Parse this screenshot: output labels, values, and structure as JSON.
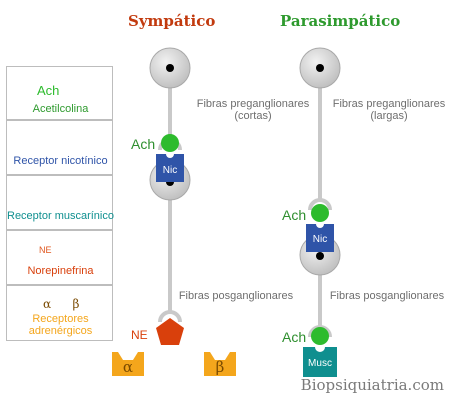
{
  "headings": {
    "sympathetic": "Sympático",
    "parasympathetic": "Parasimpático"
  },
  "colors": {
    "sympathetic_heading": "#c23a0e",
    "parasympathetic_heading": "#2e9a2e",
    "ach": "#2dbb2d",
    "nicotinic": "#2f54a8",
    "muscarinic": "#0f8f8f",
    "norepinephrine": "#e0571f",
    "adrenergic": "#f4a61c"
  },
  "legend": {
    "ach": {
      "symbol": "Ach",
      "label": "Acetilcolina"
    },
    "nicotinic": {
      "symbol": "Nic",
      "label": "Receptor nicotínico"
    },
    "muscarinic": {
      "symbol": "Musc",
      "label": "Receptor muscarínico"
    },
    "norepinephrine": {
      "symbol": "NE",
      "label": "Norepinefrina"
    },
    "adrenergic": {
      "alpha": "α",
      "beta": "β",
      "label_line1": "Receptores",
      "label_line2": "adrenérgicos"
    }
  },
  "sympathetic": {
    "pre_label_line1": "Fibras preganglionares",
    "pre_label_line2": "(cortas)",
    "ach_label": "Ach",
    "receptor": "Nic",
    "post_label": "Fibras posganglionares",
    "ne_label": "NE",
    "alpha": "α",
    "beta": "β"
  },
  "parasympathetic": {
    "pre_label_line1": "Fibras preganglionares",
    "pre_label_line2": "(largas)",
    "ach_label_1": "Ach",
    "receptor_1": "Nic",
    "post_label": "Fibras posganglionares",
    "ach_label_2": "Ach",
    "receptor_2": "Musc"
  },
  "watermark": "Biopsiquiatria.com"
}
